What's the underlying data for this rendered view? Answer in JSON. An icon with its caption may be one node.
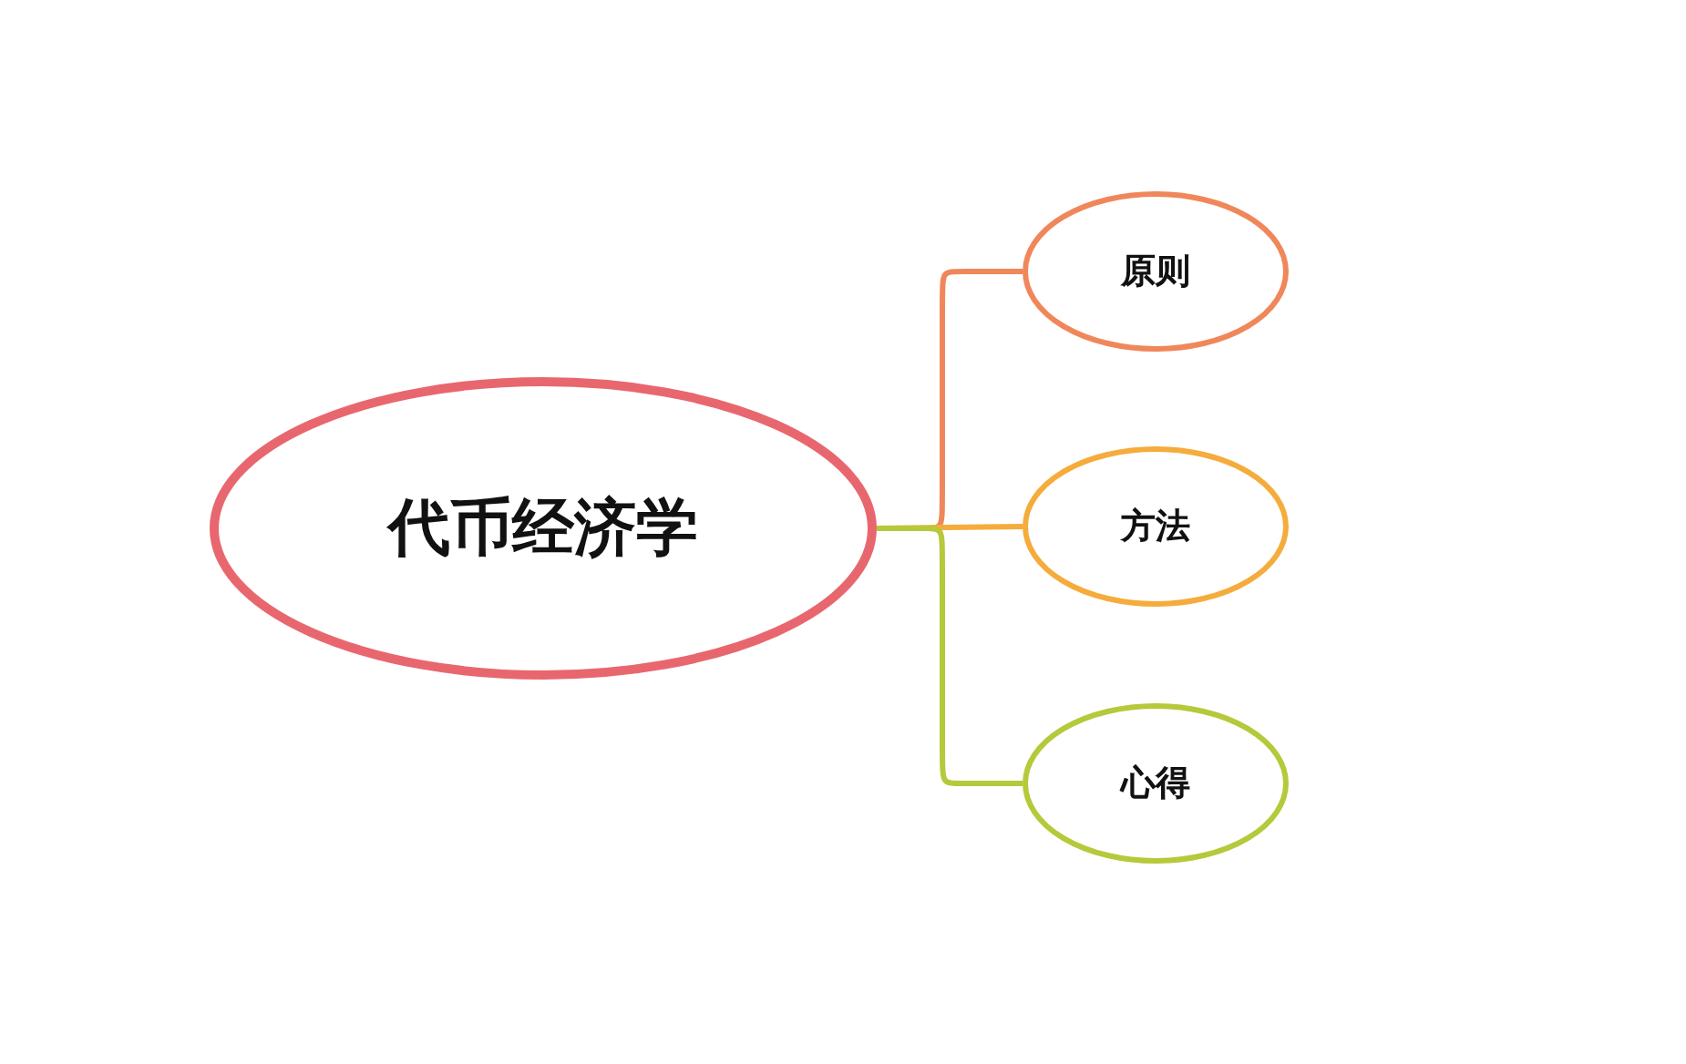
{
  "diagram": {
    "nodes": [
      {
        "text": [
          "代币经济学"
        ]
      },
      {
        "text": [
          "原则"
        ]
      },
      {
        "text": [
          "方法"
        ]
      },
      {
        "text": [
          "心得"
        ]
      }
    ],
    "edges": [
      {
        "from": 0,
        "to": 1,
        "arrow": "none",
        "color": "#f0875a"
      },
      {
        "from": 0,
        "to": 2,
        "arrow": "none",
        "color": "#f5ac3c"
      },
      {
        "from": 0,
        "to": 3,
        "arrow": "none",
        "color": "#b5c93a"
      }
    ]
  }
}
